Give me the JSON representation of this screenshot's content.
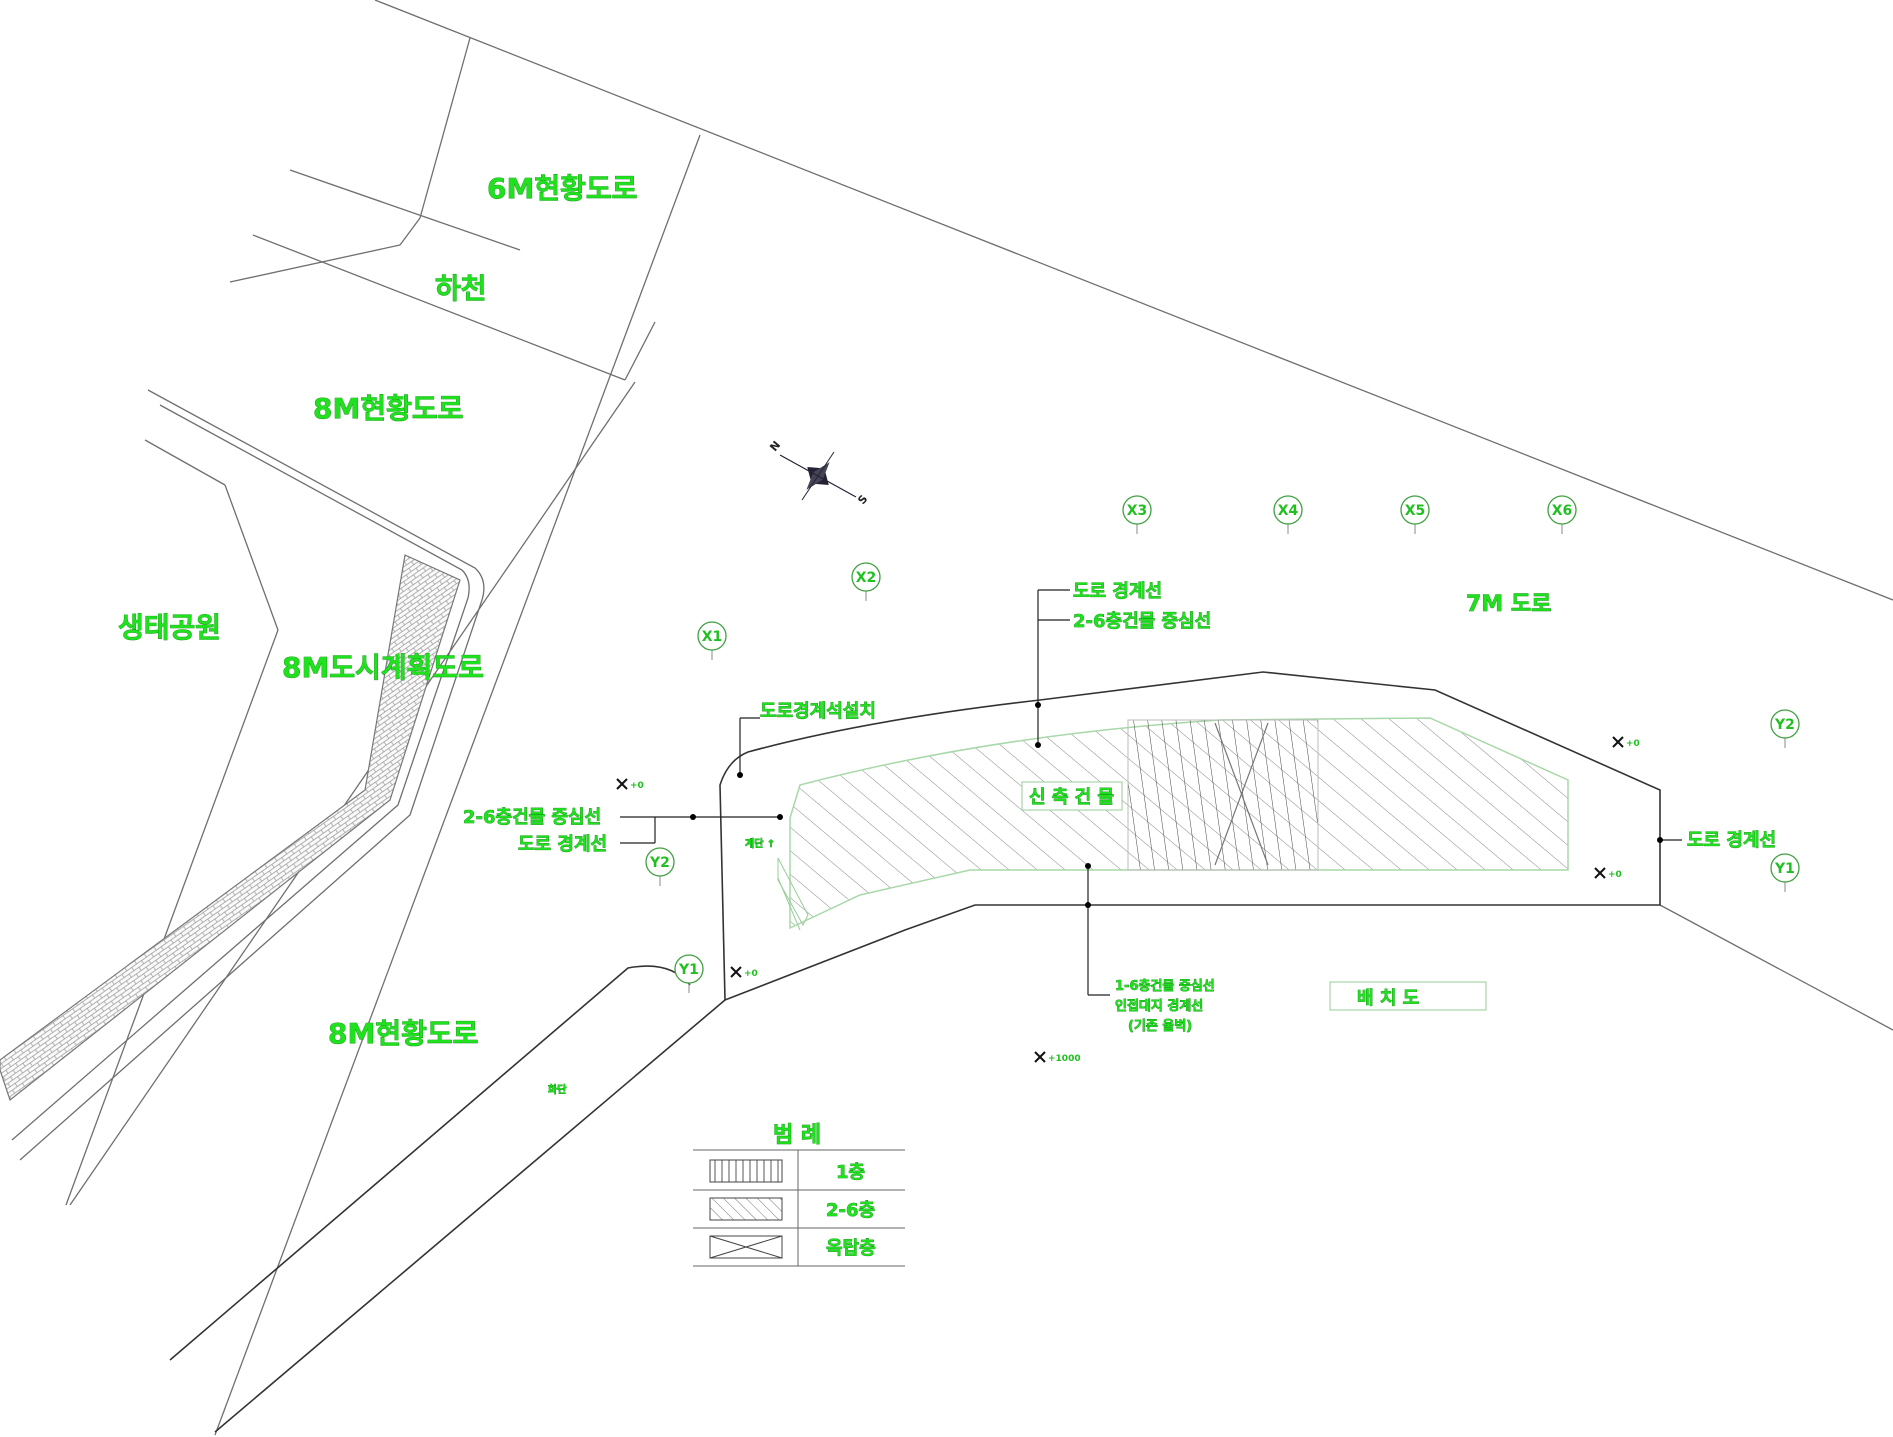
{
  "labels": {
    "road_6m": "6M현황도로",
    "stream": "하천",
    "road_8m_top": "8M현황도로",
    "eco_park": "생태공원",
    "road_8m_city": "8M도시계획도로",
    "road_8m_bottom": "8M현황도로",
    "road_7m": "7M 도로",
    "road_boundary_top": "도로 경계선",
    "bldg_centerline_top": "2-6층건물 중심선",
    "curb_install": "도로경계석설치",
    "bldg_centerline_left": "2-6층건물 중심선",
    "road_boundary_left": "도로 경계선",
    "new_building": "신 축 건 물",
    "road_boundary_right": "도로 경계선",
    "centerline_1_6": "1-6층건물 중심선",
    "adjacent_boundary": "인접대지 경계선",
    "existing_fence": "(기존 울벽)",
    "site_plan_title": "배 치 도",
    "small_note_left": "화단",
    "small_note_inner": "계단 ↑"
  },
  "grid_markers": [
    "X1",
    "X2",
    "X3",
    "X4",
    "X5",
    "X6",
    "Y1",
    "Y2",
    "Y2",
    "Y1"
  ],
  "levels": [
    "+0",
    "+0",
    "+0",
    "+0",
    "+1000"
  ],
  "compass": {
    "north": "N",
    "south": "S"
  },
  "legend": {
    "title": "범 례",
    "rows": [
      {
        "pattern": "vertical-hatch",
        "label": "1층"
      },
      {
        "pattern": "diagonal-hatch",
        "label": "2-6층"
      },
      {
        "pattern": "cross-box",
        "label": "옥탑층"
      }
    ]
  },
  "colors": {
    "label_green": "#20e020",
    "line_gray": "#6f6f6f"
  }
}
